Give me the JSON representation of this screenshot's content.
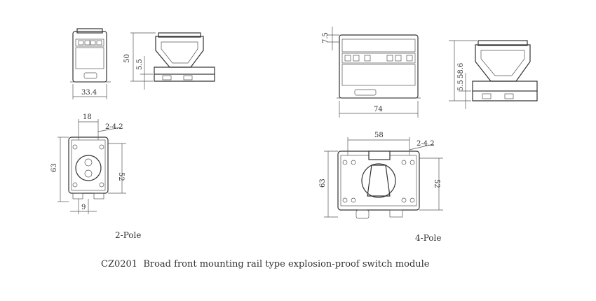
{
  "dimensions": {
    "two_pole_side_height": "50",
    "two_pole_side_rail": "5.5",
    "two_pole_front_width": "33.4",
    "four_pole_side_top": "7.5",
    "four_pole_side_height": "58.6",
    "four_pole_side_rail": "5.5",
    "four_pole_front_width": "74",
    "two_pole_hole_spacing": "18",
    "two_pole_hole_dia": "2-4.2",
    "two_pole_outer_height": "63",
    "two_pole_inner_height": "52",
    "two_pole_bottom": "9",
    "four_pole_hole_spacing": "58",
    "four_pole_hole_dia": "2-4.2",
    "four_pole_outer_height": "63",
    "four_pole_inner_height": "52"
  },
  "labels": {
    "two_pole": "2-Pole",
    "four_pole": "4-Pole",
    "caption": "CZ0201  Broad front mounting rail type explosion-proof switch module"
  }
}
